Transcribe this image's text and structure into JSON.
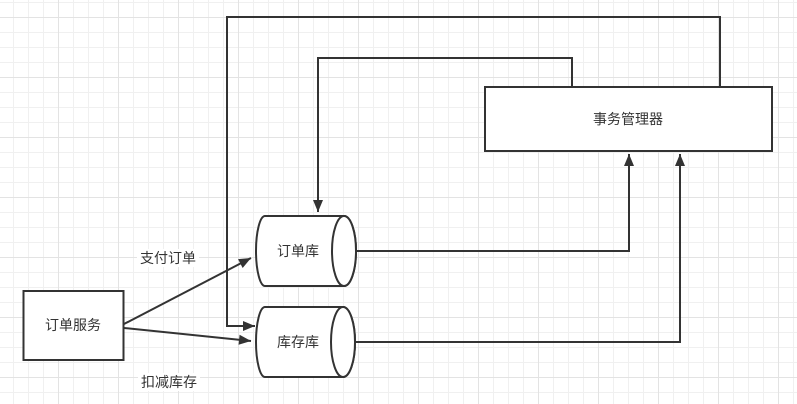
{
  "canvas": {
    "background": "#ffffff",
    "grid_minor_color": "#f0f0f0",
    "grid_major_color": "#e3e3e3",
    "stroke_color": "#333333",
    "text_color": "#333333",
    "node_fill": "#ffffff"
  },
  "nodes": [
    {
      "id": "order-service",
      "label": "订单服务",
      "shape": "rectangle"
    },
    {
      "id": "order-db",
      "label": "订单库",
      "shape": "cylinder"
    },
    {
      "id": "inventory-db",
      "label": "库存库",
      "shape": "cylinder"
    },
    {
      "id": "transaction-manager",
      "label": "事务管理器",
      "shape": "rectangle"
    }
  ],
  "edges": [
    {
      "from": "transaction-manager",
      "to": "order-db"
    },
    {
      "from": "transaction-manager",
      "to": "inventory-db"
    },
    {
      "from": "order-db",
      "to": "transaction-manager"
    },
    {
      "from": "inventory-db",
      "to": "transaction-manager"
    },
    {
      "from": "order-service",
      "to": "order-db",
      "label": "支付订单"
    },
    {
      "from": "order-service",
      "to": "inventory-db",
      "label": "扣减库存"
    }
  ]
}
